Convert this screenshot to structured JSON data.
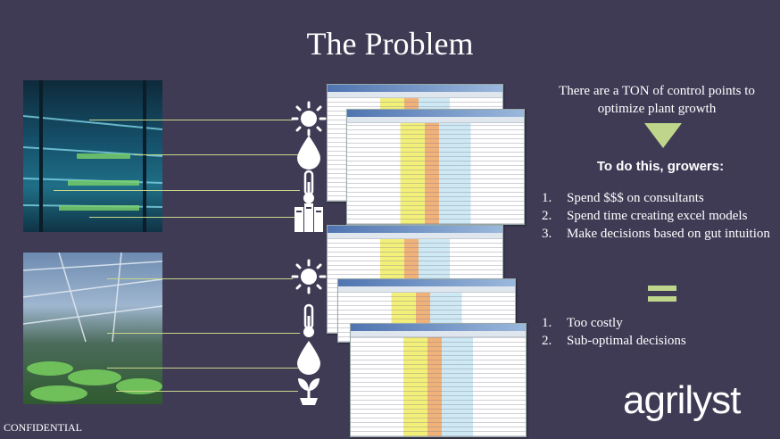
{
  "slide": {
    "title": "The Problem",
    "headline": "There are a TON of control points to optimize plant growth",
    "subhead": "To do this, growers:",
    "actions": [
      {
        "num": "1.",
        "text": "Spend $$$ on consultants"
      },
      {
        "num": "2.",
        "text": "Spend time creating excel models"
      },
      {
        "num": "3.",
        "text": "Make decisions based on gut intuition"
      }
    ],
    "results": [
      {
        "num": "1.",
        "text": "Too costly"
      },
      {
        "num": "2.",
        "text": "Sub-optimal decisions"
      }
    ],
    "logo": "agrilyst",
    "footer": "CONFIDENTIAL"
  },
  "icons": {
    "top": [
      "sun-icon",
      "water-drop-icon",
      "thermometer-icon",
      "server-icon"
    ],
    "bottom": [
      "sun-icon",
      "thermometer-icon",
      "water-drop-icon",
      "plant-icon"
    ]
  },
  "colors": {
    "background": "#3f3b55",
    "accent": "#bfd58b",
    "text": "#ffffff"
  }
}
